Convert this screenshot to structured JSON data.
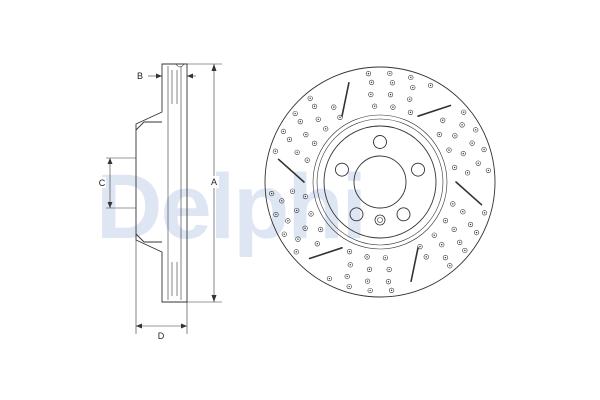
{
  "watermark": {
    "text": "Delphi",
    "color": "#dfe6f3"
  },
  "dimensions": {
    "a_label": "A",
    "b_label": "B",
    "c_label": "C",
    "d_label": "D"
  },
  "disc": {
    "bolt_holes": 5,
    "slots": 6,
    "line_color": "#333333"
  }
}
